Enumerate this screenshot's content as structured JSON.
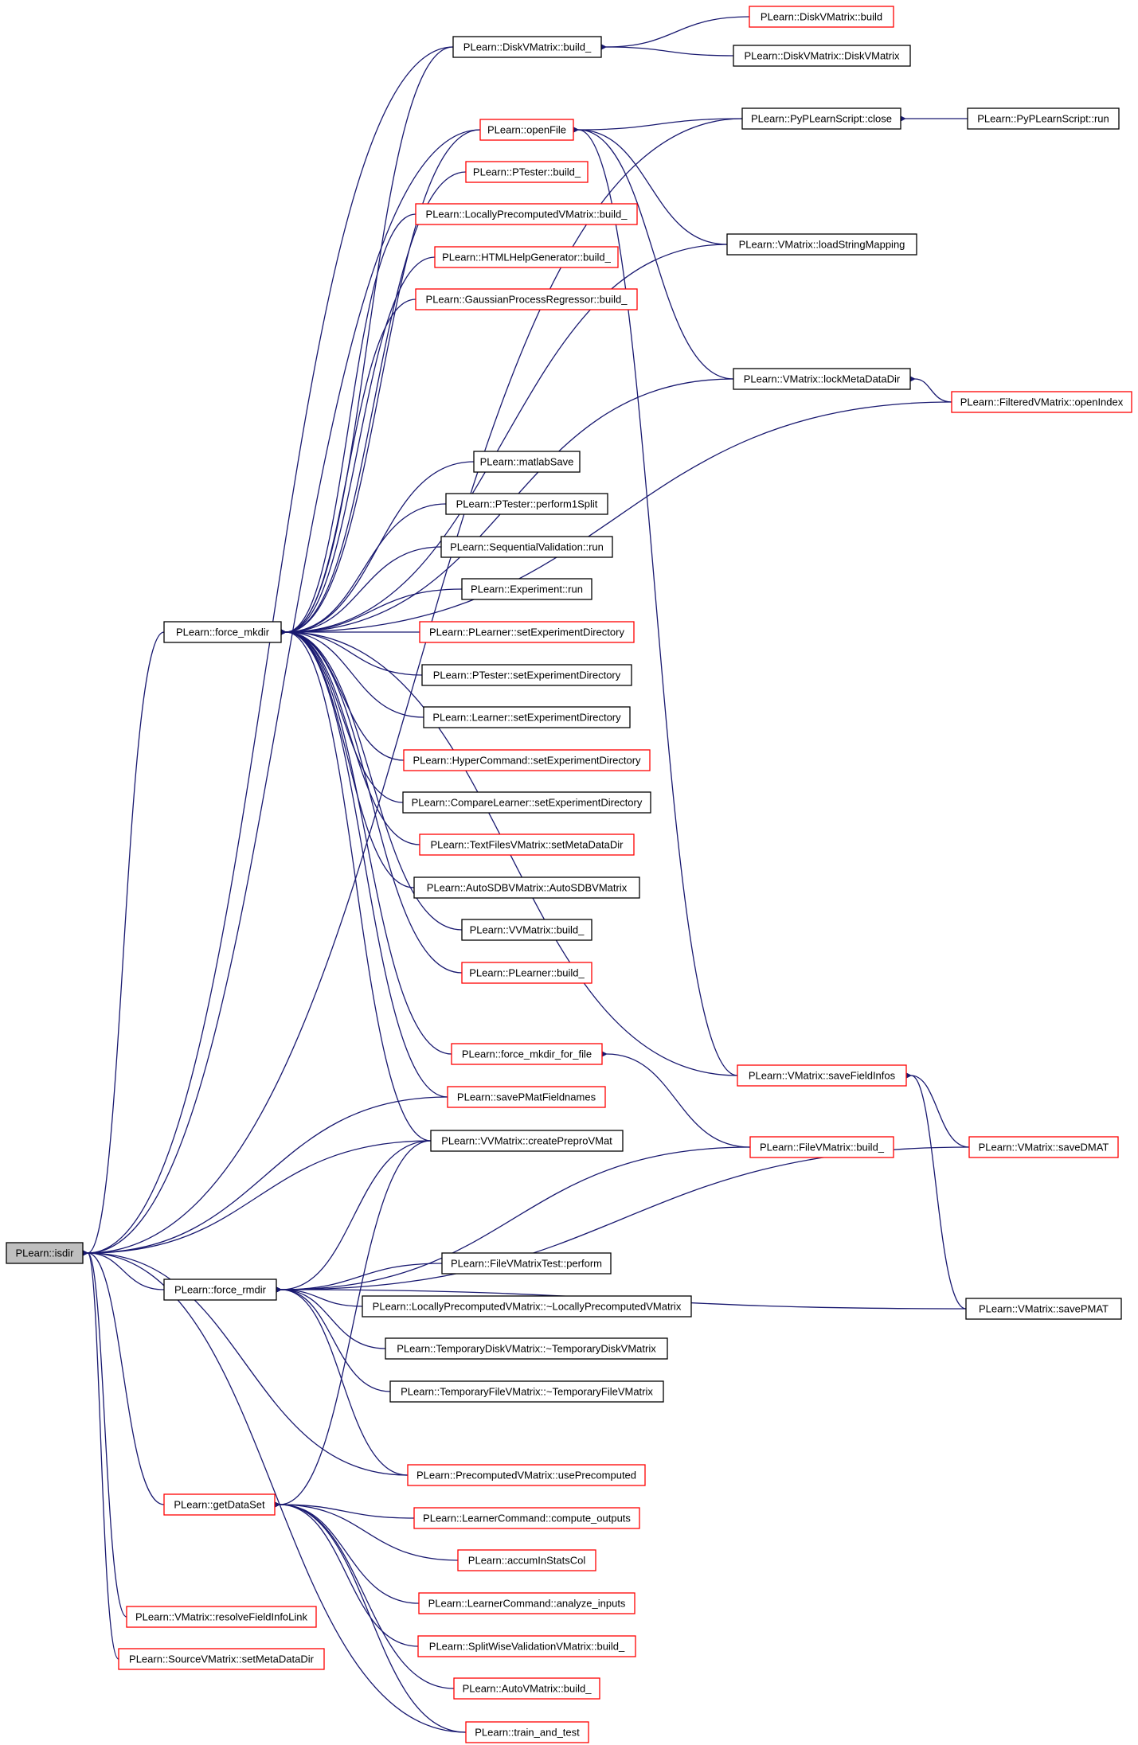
{
  "colors": {
    "edge": "#191970",
    "border_default": "#000000",
    "border_highlight": "#ff0000",
    "root_fill": "#bfbfbf",
    "node_fill": "#ffffff"
  },
  "nodes": [
    {
      "id": "isdir",
      "label": "PLearn::isdir",
      "style": "root"
    },
    {
      "id": "force_mkdir",
      "label": "PLearn::force_mkdir",
      "style": "black"
    },
    {
      "id": "force_rmdir",
      "label": "PLearn::force_rmdir",
      "style": "black"
    },
    {
      "id": "getDataSet",
      "label": "PLearn::getDataSet",
      "style": "red"
    },
    {
      "id": "resolveFieldInfoLink",
      "label": "PLearn::VMatrix::resolveFieldInfoLink",
      "style": "red"
    },
    {
      "id": "src_setMetaDataDir",
      "label": "PLearn::SourceVMatrix::setMetaDataDir",
      "style": "red"
    },
    {
      "id": "dvm_build_",
      "label": "PLearn::DiskVMatrix::build_",
      "style": "black"
    },
    {
      "id": "openFile",
      "label": "PLearn::openFile",
      "style": "red"
    },
    {
      "id": "ptester_build_",
      "label": "PLearn::PTester::build_",
      "style": "red"
    },
    {
      "id": "lpvm_build_",
      "label": "PLearn::LocallyPrecomputedVMatrix::build_",
      "style": "red"
    },
    {
      "id": "html_build_",
      "label": "PLearn::HTMLHelpGenerator::build_",
      "style": "red"
    },
    {
      "id": "gpr_build_",
      "label": "PLearn::GaussianProcessRegressor::build_",
      "style": "red"
    },
    {
      "id": "matlabSave",
      "label": "PLearn::matlabSave",
      "style": "black"
    },
    {
      "id": "perform1Split",
      "label": "PLearn::PTester::perform1Split",
      "style": "black"
    },
    {
      "id": "seqval_run",
      "label": "PLearn::SequentialValidation::run",
      "style": "black"
    },
    {
      "id": "exp_run",
      "label": "PLearn::Experiment::run",
      "style": "black"
    },
    {
      "id": "plearner_sed",
      "label": "PLearn::PLearner::setExperimentDirectory",
      "style": "red"
    },
    {
      "id": "ptester_sed",
      "label": "PLearn::PTester::setExperimentDirectory",
      "style": "black"
    },
    {
      "id": "learner_sed",
      "label": "PLearn::Learner::setExperimentDirectory",
      "style": "black"
    },
    {
      "id": "hyper_sed",
      "label": "PLearn::HyperCommand::setExperimentDirectory",
      "style": "red"
    },
    {
      "id": "compare_sed",
      "label": "PLearn::CompareLearner::setExperimentDirectory",
      "style": "black"
    },
    {
      "id": "tfvm_smdd",
      "label": "PLearn::TextFilesVMatrix::setMetaDataDir",
      "style": "red"
    },
    {
      "id": "autosdbv",
      "label": "PLearn::AutoSDBVMatrix::AutoSDBVMatrix",
      "style": "black"
    },
    {
      "id": "vvm_build_",
      "label": "PLearn::VVMatrix::build_",
      "style": "black"
    },
    {
      "id": "plearner_build_",
      "label": "PLearn::PLearner::build_",
      "style": "red"
    },
    {
      "id": "fmdff",
      "label": "PLearn::force_mkdir_for_file",
      "style": "red"
    },
    {
      "id": "savePMatFieldnames",
      "label": "PLearn::savePMatFieldnames",
      "style": "red"
    },
    {
      "id": "createPreproVMat",
      "label": "PLearn::VVMatrix::createPreproVMat",
      "style": "black"
    },
    {
      "id": "fvmt_perform",
      "label": "PLearn::FileVMatrixTest::perform",
      "style": "black"
    },
    {
      "id": "lpvm_dtor",
      "label": "PLearn::LocallyPrecomputedVMatrix::~LocallyPrecomputedVMatrix",
      "style": "black"
    },
    {
      "id": "tdvm_dtor",
      "label": "PLearn::TemporaryDiskVMatrix::~TemporaryDiskVMatrix",
      "style": "black"
    },
    {
      "id": "tfvm_dtor",
      "label": "PLearn::TemporaryFileVMatrix::~TemporaryFileVMatrix",
      "style": "black"
    },
    {
      "id": "usePrecomputed",
      "label": "PLearn::PrecomputedVMatrix::usePrecomputed",
      "style": "red"
    },
    {
      "id": "compute_outputs",
      "label": "PLearn::LearnerCommand::compute_outputs",
      "style": "red"
    },
    {
      "id": "accumInStatsCol",
      "label": "PLearn::accumInStatsCol",
      "style": "red"
    },
    {
      "id": "analyze_inputs",
      "label": "PLearn::LearnerCommand::analyze_inputs",
      "style": "red"
    },
    {
      "id": "swvvm_build_",
      "label": "PLearn::SplitWiseValidationVMatrix::build_",
      "style": "red"
    },
    {
      "id": "autovm_build_",
      "label": "PLearn::AutoVMatrix::build_",
      "style": "red"
    },
    {
      "id": "train_and_test",
      "label": "PLearn::train_and_test",
      "style": "red"
    },
    {
      "id": "dvm_build",
      "label": "PLearn::DiskVMatrix::build",
      "style": "red"
    },
    {
      "id": "dvm_ctor",
      "label": "PLearn::DiskVMatrix::DiskVMatrix",
      "style": "black"
    },
    {
      "id": "pyclose",
      "label": "PLearn::PyPLearnScript::close",
      "style": "black"
    },
    {
      "id": "loadStringMapping",
      "label": "PLearn::VMatrix::loadStringMapping",
      "style": "black"
    },
    {
      "id": "lockMetaDataDir",
      "label": "PLearn::VMatrix::lockMetaDataDir",
      "style": "black"
    },
    {
      "id": "saveFieldInfos",
      "label": "PLearn::VMatrix::saveFieldInfos",
      "style": "red"
    },
    {
      "id": "fvm_build_",
      "label": "PLearn::FileVMatrix::build_",
      "style": "red"
    },
    {
      "id": "pyrun",
      "label": "PLearn::PyPLearnScript::run",
      "style": "black"
    },
    {
      "id": "openIndex",
      "label": "PLearn::FilteredVMatrix::openIndex",
      "style": "red"
    },
    {
      "id": "saveDMAT",
      "label": "PLearn::VMatrix::saveDMAT",
      "style": "red"
    },
    {
      "id": "savePMAT",
      "label": "PLearn::VMatrix::savePMAT",
      "style": "black"
    }
  ],
  "edges": [
    [
      "isdir",
      "force_mkdir"
    ],
    [
      "isdir",
      "force_rmdir"
    ],
    [
      "isdir",
      "getDataSet"
    ],
    [
      "isdir",
      "resolveFieldInfoLink"
    ],
    [
      "isdir",
      "src_setMetaDataDir"
    ],
    [
      "isdir",
      "dvm_build_"
    ],
    [
      "isdir",
      "openFile"
    ],
    [
      "isdir",
      "pyclose"
    ],
    [
      "isdir",
      "savePMatFieldnames"
    ],
    [
      "isdir",
      "createPreproVMat"
    ],
    [
      "isdir",
      "usePrecomputed"
    ],
    [
      "isdir",
      "train_and_test"
    ],
    [
      "force_mkdir",
      "dvm_build_"
    ],
    [
      "force_mkdir",
      "openFile"
    ],
    [
      "force_mkdir",
      "ptester_build_"
    ],
    [
      "force_mkdir",
      "lpvm_build_"
    ],
    [
      "force_mkdir",
      "html_build_"
    ],
    [
      "force_mkdir",
      "gpr_build_"
    ],
    [
      "force_mkdir",
      "loadStringMapping"
    ],
    [
      "force_mkdir",
      "lockMetaDataDir"
    ],
    [
      "force_mkdir",
      "openIndex"
    ],
    [
      "force_mkdir",
      "matlabSave"
    ],
    [
      "force_mkdir",
      "perform1Split"
    ],
    [
      "force_mkdir",
      "seqval_run"
    ],
    [
      "force_mkdir",
      "exp_run"
    ],
    [
      "force_mkdir",
      "plearner_sed"
    ],
    [
      "force_mkdir",
      "ptester_sed"
    ],
    [
      "force_mkdir",
      "learner_sed"
    ],
    [
      "force_mkdir",
      "hyper_sed"
    ],
    [
      "force_mkdir",
      "compare_sed"
    ],
    [
      "force_mkdir",
      "tfvm_smdd"
    ],
    [
      "force_mkdir",
      "autosdbv"
    ],
    [
      "force_mkdir",
      "vvm_build_"
    ],
    [
      "force_mkdir",
      "plearner_build_"
    ],
    [
      "force_mkdir",
      "saveFieldInfos"
    ],
    [
      "force_mkdir",
      "fmdff"
    ],
    [
      "force_mkdir",
      "savePMatFieldnames"
    ],
    [
      "force_mkdir",
      "createPreproVMat"
    ],
    [
      "force_rmdir",
      "createPreproVMat"
    ],
    [
      "force_rmdir",
      "fvm_build_"
    ],
    [
      "force_rmdir",
      "saveDMAT"
    ],
    [
      "force_rmdir",
      "fvmt_perform"
    ],
    [
      "force_rmdir",
      "lpvm_dtor"
    ],
    [
      "force_rmdir",
      "tdvm_dtor"
    ],
    [
      "force_rmdir",
      "tfvm_dtor"
    ],
    [
      "force_rmdir",
      "savePMAT"
    ],
    [
      "force_rmdir",
      "usePrecomputed"
    ],
    [
      "getDataSet",
      "createPreproVMat"
    ],
    [
      "getDataSet",
      "compute_outputs"
    ],
    [
      "getDataSet",
      "accumInStatsCol"
    ],
    [
      "getDataSet",
      "analyze_inputs"
    ],
    [
      "getDataSet",
      "swvvm_build_"
    ],
    [
      "getDataSet",
      "autovm_build_"
    ],
    [
      "getDataSet",
      "train_and_test"
    ],
    [
      "dvm_build_",
      "dvm_build"
    ],
    [
      "dvm_build_",
      "dvm_ctor"
    ],
    [
      "openFile",
      "pyclose"
    ],
    [
      "openFile",
      "loadStringMapping"
    ],
    [
      "openFile",
      "lockMetaDataDir"
    ],
    [
      "openFile",
      "saveFieldInfos"
    ],
    [
      "pyclose",
      "pyrun"
    ],
    [
      "lockMetaDataDir",
      "openIndex"
    ],
    [
      "fmdff",
      "fvm_build_"
    ],
    [
      "saveFieldInfos",
      "saveDMAT"
    ],
    [
      "saveFieldInfos",
      "savePMAT"
    ]
  ]
}
